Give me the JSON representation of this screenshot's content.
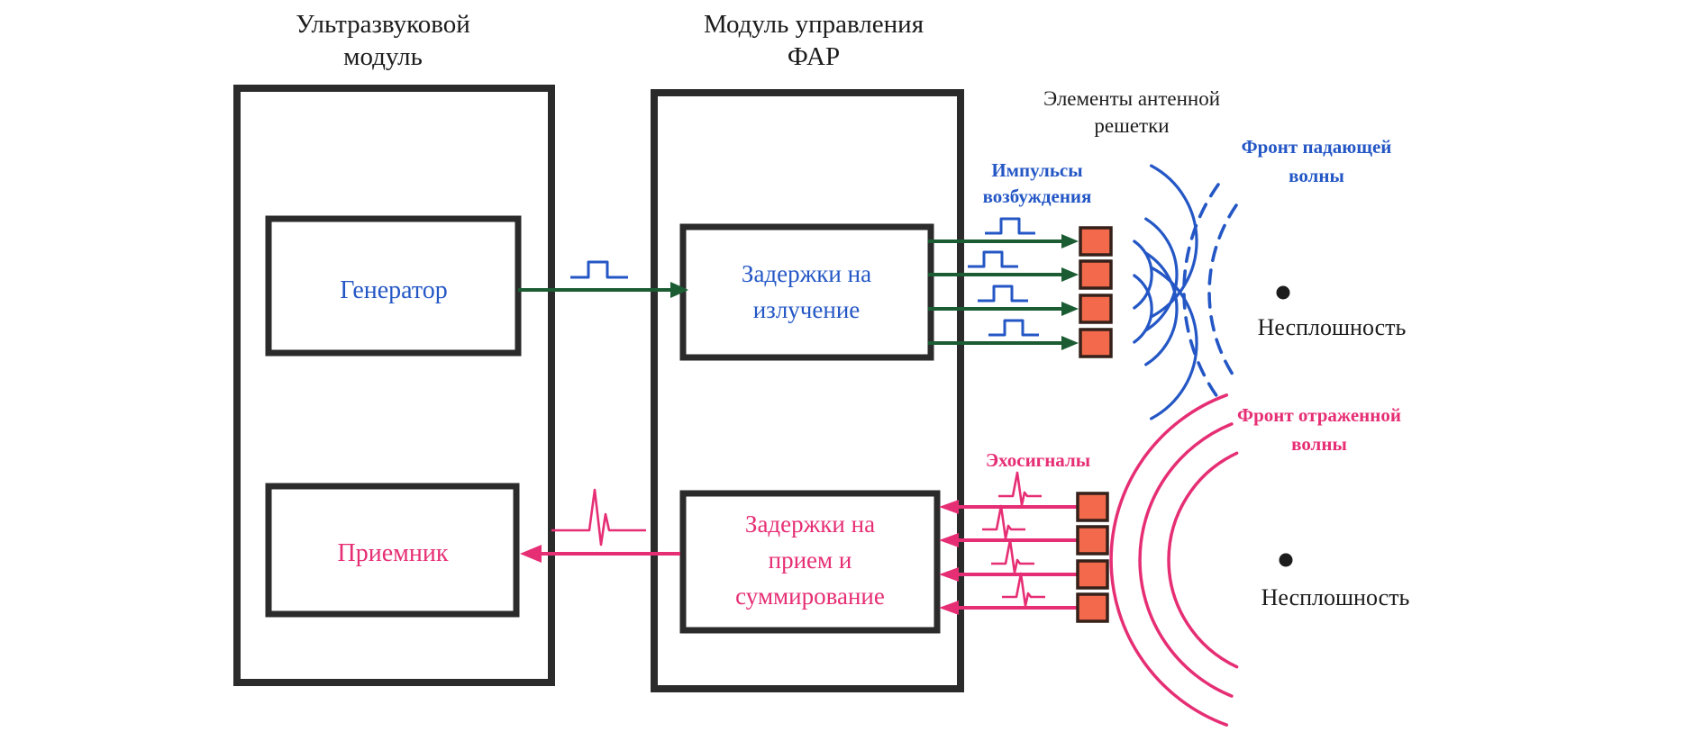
{
  "colors": {
    "ink": "#2b2b2b",
    "blue": "#2457c5",
    "green": "#1b5c32",
    "pink": "#e62e74",
    "orange": "#f26a4b",
    "orange_border": "#35211a"
  },
  "ultrasonic_module": {
    "title": {
      "line1": "Ультразвуковой",
      "line2": "модуль"
    },
    "generator_label": "Генератор",
    "receiver_label": "Приемник"
  },
  "phased_array_module": {
    "title": {
      "line1": "Модуль управления",
      "line2": "ФАР"
    },
    "transmit_delays": {
      "line1": "Задержки на",
      "line2": "излучение"
    },
    "receive_delays": {
      "line1": "Задержки на",
      "line2": "прием и",
      "line3": "суммирование"
    }
  },
  "antenna": {
    "label": {
      "line1": "Элементы антенной",
      "line2": "решетки"
    }
  },
  "transmit_path": {
    "pulses_label": {
      "line1": "Импульсы",
      "line2": "возбуждения"
    },
    "wavefront_label": {
      "line1": "Фронт падающей",
      "line2": "волны"
    },
    "flaw_label": "Несплошность"
  },
  "receive_path": {
    "echo_label": "Эхосигналы",
    "wavefront_label": {
      "line1": "Фронт отраженной",
      "line2": "волны"
    },
    "flaw_label": "Несплошность"
  }
}
